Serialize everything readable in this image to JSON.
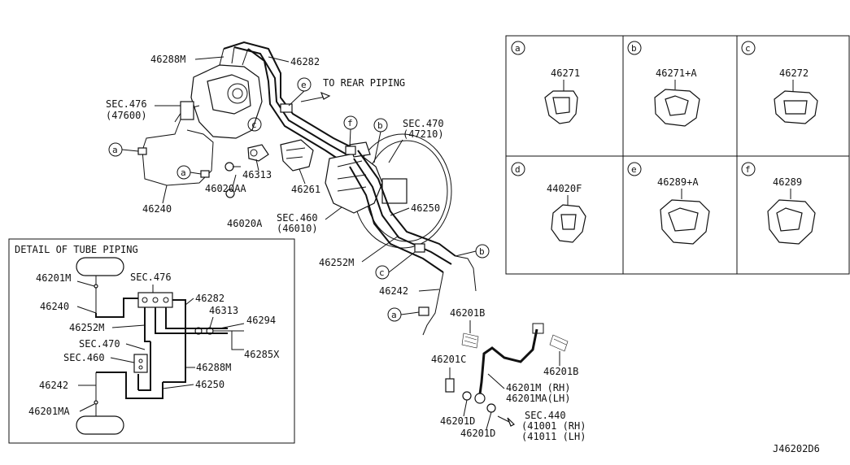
{
  "diagram_id": "J46202D6",
  "main_labels": {
    "m46288M": "46288M",
    "m46282": "46282",
    "sec476": "SEC.476",
    "sec476_sub": "(47600)",
    "to_rear": "TO REAR PIPING",
    "sec470": "SEC.470",
    "sec470_sub": "(47210)",
    "m46313": "46313",
    "m46020AA": "46020AA",
    "m46261": "46261",
    "m46240": "46240",
    "m46020A": "46020A",
    "sec460": "SEC.460",
    "sec460_sub": "(46010)",
    "m46250": "46250",
    "m46252M": "46252M",
    "m46242": "46242",
    "m46201B_top": "46201B",
    "m46201C": "46201C",
    "m46201B_right": "46201B",
    "m46201M_rh": "46201M (RH)",
    "m46201MA_lh": "46201MA(LH)",
    "m46201D_a": "46201D",
    "m46201D_b": "46201D",
    "sec440": "SEC.440",
    "sec440_rh": "(41001 (RH)",
    "sec440_lh": "(41011 (LH)"
  },
  "callouts": {
    "a": "a",
    "b": "b",
    "c": "c",
    "d": "d",
    "e": "e",
    "f": "f"
  },
  "clip_table": [
    {
      "letter": "a",
      "part": "46271"
    },
    {
      "letter": "b",
      "part": "46271+A"
    },
    {
      "letter": "c",
      "part": "46272"
    },
    {
      "letter": "d",
      "part": "44020F"
    },
    {
      "letter": "e",
      "part": "46289+A"
    },
    {
      "letter": "f",
      "part": "46289"
    }
  ],
  "detail": {
    "title": "DETAIL OF TUBE PIPING",
    "l46201M": "46201M",
    "l46240": "46240",
    "sec476": "SEC.476",
    "l46282": "46282",
    "l46313": "46313",
    "l46294": "46294",
    "l46252M": "46252M",
    "sec470": "SEC.470",
    "l46285X": "46285X",
    "sec460": "SEC.460",
    "l46288M": "46288M",
    "l46242": "46242",
    "l46250": "46250",
    "l46201MA": "46201MA"
  }
}
